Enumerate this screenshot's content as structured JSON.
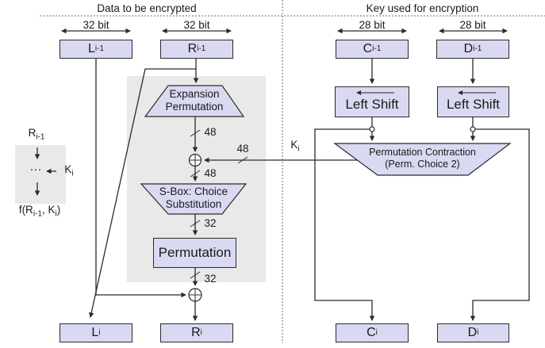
{
  "header": {
    "left": "Data to be encrypted",
    "right": "Key used for encryption"
  },
  "bit_labels": {
    "l1": "32 bit",
    "l2": "32 bit",
    "k1": "28 bit",
    "k2": "28 bit"
  },
  "registers": {
    "l_prev": {
      "base": "L",
      "sub": "i-1"
    },
    "r_prev": {
      "base": "R",
      "sub": "i-1"
    },
    "c_prev": {
      "base": "C",
      "sub": "i-1"
    },
    "d_prev": {
      "base": "D",
      "sub": "i-1"
    },
    "l_next": {
      "base": "L",
      "sub": "i"
    },
    "r_next": {
      "base": "R",
      "sub": "i"
    },
    "c_next": {
      "base": "C",
      "sub": "i"
    },
    "d_next": {
      "base": "D",
      "sub": "i"
    }
  },
  "blocks": {
    "expansion_line1": "Expansion",
    "expansion_line2": "Permutation",
    "sbox_line1": "S-Box: Choice",
    "sbox_line2": "Substitution",
    "permutation": "Permutation",
    "left_shift_c": "Left Shift",
    "left_shift_d": "Left Shift",
    "perm_contraction_line1": "Permutation Contraction",
    "perm_contraction_line2": "(Perm. Choice 2)"
  },
  "wire_labels": {
    "expansion_out": "48",
    "key48": "48",
    "sbox_in": "48",
    "sbox_out": "32",
    "perm_out": "32",
    "k": {
      "base": "K",
      "sub": "i"
    }
  },
  "legend": {
    "input": {
      "base": "R",
      "sub": "i-1"
    },
    "dots": "···",
    "key": {
      "base": "K",
      "sub": "i"
    },
    "output": {
      "p1": "f(R",
      "s1": "i-1",
      "p2": ", K",
      "s2": "i",
      "p3": ")"
    }
  },
  "colors": {
    "box_fill": "#d9d9f2",
    "panel_gray": "#e9e9e9",
    "line": "#2b2b2b"
  }
}
